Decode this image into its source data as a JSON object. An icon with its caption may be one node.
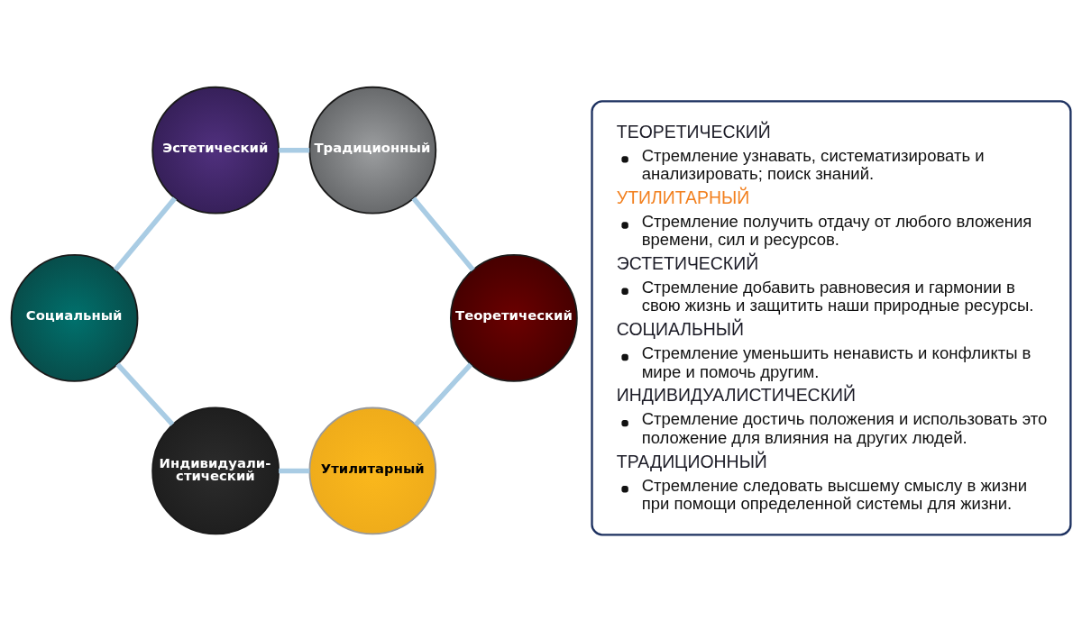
{
  "diagram": {
    "nodes": [
      {
        "text": [
          "Эстетический"
        ]
      },
      {
        "text": [
          "Традиционный"
        ]
      },
      {
        "text": [
          "Социальный"
        ]
      },
      {
        "text": [
          "Теоретический"
        ]
      },
      {
        "text": [
          "Индивидуали- стический"
        ]
      },
      {
        "text": [
          "Утилитарный"
        ]
      },
      {
        "text": [
          "ТЕОРЕТИЧЕСКИЙ",
          "Стремление узнавать, систематизировать и анализировать; поиск знаний.",
          "УТИЛИТАРНЫЙ",
          "Стремление получить отдачу от любого вложения времени, сил и ресурсов.",
          "ЭСТЕТИЧЕСКИЙ",
          "Стремление добавить равновесия и гармонии в свою жизнь и защитить наши природные ресурсы.",
          "СОЦИАЛЬНЫЙ",
          "Стремление уменьшить ненависть и конфликты в мире и помочь другим.",
          "ИНДИВИДУАЛИСТИЧЕСКИЙ",
          "Стремление достичь положения и использовать это положение для влияния на других людей.",
          "ТРАДИЦИОННЫЙ",
          "Стремление следовать высшему смыслу в жизни при помощи определенной системы для жизни."
        ]
      }
    ],
    "edges": [
      {
        "from": 0,
        "to": 1,
        "arrow": "none"
      },
      {
        "from": 1,
        "to": 3,
        "arrow": "none"
      },
      {
        "from": 5,
        "to": 3,
        "arrow": "none"
      },
      {
        "from": 4,
        "to": 5,
        "arrow": "none"
      },
      {
        "from": 2,
        "to": 4,
        "arrow": "none"
      },
      {
        "from": 2,
        "to": 0,
        "arrow": "none"
      }
    ]
  }
}
